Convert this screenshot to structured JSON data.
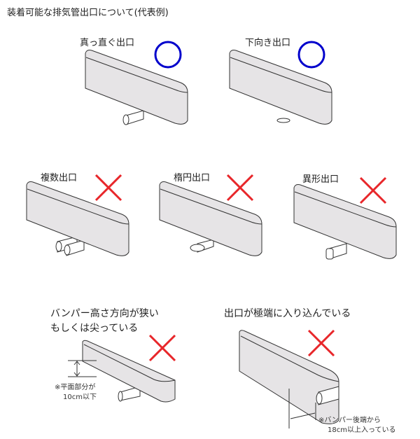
{
  "title": "装着可能な排気管出口について(代表例)",
  "examples": [
    {
      "label": "真っ直ぐ出口",
      "verdict": "ok"
    },
    {
      "label": "下向き出口",
      "verdict": "ok"
    },
    {
      "label": "複数出口",
      "verdict": "ng"
    },
    {
      "label": "楕円出口",
      "verdict": "ng"
    },
    {
      "label": "異形出口",
      "verdict": "ng"
    },
    {
      "label": "バンパー高さ方向が狭い",
      "label2": "もしくは尖っている",
      "verdict": "ng",
      "note1": "※平面部分が",
      "note2": "10cm以下"
    },
    {
      "label": "出口が極端に入り込んでいる",
      "verdict": "ng",
      "note1": "※バンパー後端から",
      "note2": "18cm以上入っている"
    }
  ],
  "colors": {
    "ok": "#0000cc",
    "ng": "#e8262a",
    "bumper": "#e6e4e6"
  }
}
